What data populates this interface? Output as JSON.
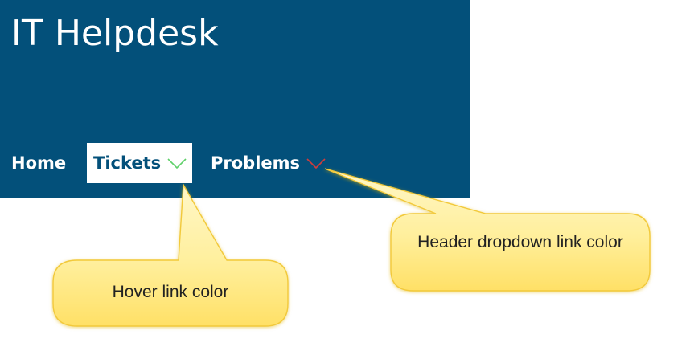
{
  "header": {
    "title": "IT Helpdesk",
    "background_color": "#03507a"
  },
  "nav": {
    "items": [
      {
        "label": "Home",
        "has_dropdown": false,
        "state": "normal"
      },
      {
        "label": "Tickets",
        "has_dropdown": true,
        "state": "hover",
        "chevron_color": "#5fd06a"
      },
      {
        "label": "Problems",
        "has_dropdown": true,
        "state": "normal",
        "chevron_color": "#d23c3c"
      }
    ],
    "chevron_icon": "chevron-down-icon"
  },
  "callouts": {
    "hover": "Hover link color",
    "dropdown": "Header dropdown link color",
    "fill_color": "#ffec94",
    "border_color": "#f0c419"
  }
}
